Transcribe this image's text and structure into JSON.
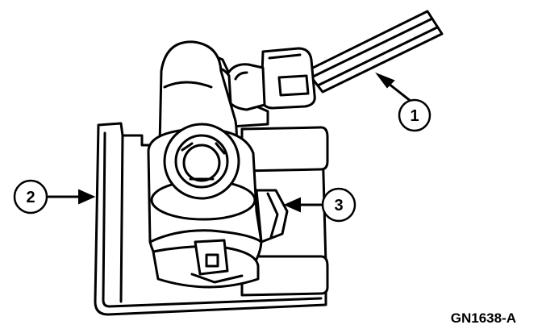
{
  "callouts": [
    {
      "label": "1"
    },
    {
      "label": "2"
    },
    {
      "label": "3"
    }
  ],
  "figure_code": "GN1638-A",
  "colors": {
    "ink": "#000000",
    "paper": "#ffffff"
  }
}
